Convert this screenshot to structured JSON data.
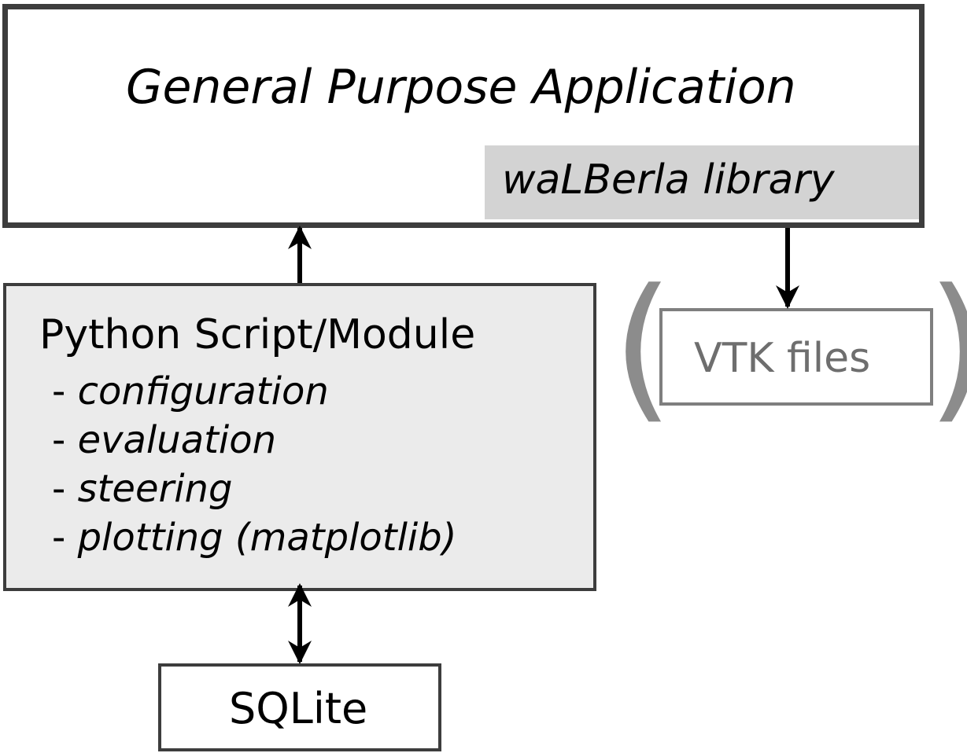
{
  "app": {
    "title": "General Purpose Application",
    "library_label": "waLBerla library"
  },
  "python": {
    "title": "Python Script/Module",
    "items": [
      {
        "dash": "- ",
        "text": "configuration"
      },
      {
        "dash": "- ",
        "text": "evaluation"
      },
      {
        "dash": "- ",
        "text": "steering"
      },
      {
        "dash": "- ",
        "text": "plotting (matplotlib)"
      }
    ]
  },
  "vtk": {
    "label": "VTK files",
    "paren_open": "(",
    "paren_close": ")"
  },
  "sqlite": {
    "label": "SQLite"
  },
  "colors": {
    "border_dark": "#3d3d3d",
    "library_fill": "#d3d3d3",
    "python_fill": "#ebebeb",
    "vtk_border": "#7f7f7f",
    "vtk_text": "#6e6e6e",
    "paren": "#8c8c8c"
  }
}
